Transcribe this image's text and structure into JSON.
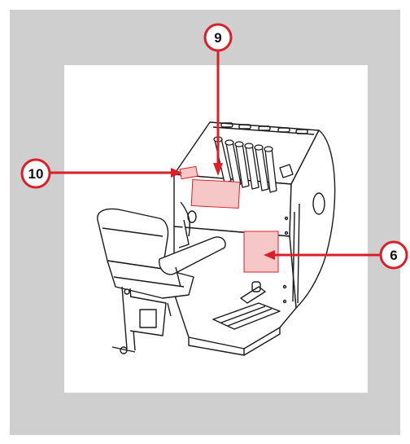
{
  "callouts": [
    {
      "id": "callout-9",
      "label": "9"
    },
    {
      "id": "callout-10",
      "label": "10"
    },
    {
      "id": "callout-6",
      "label": "6"
    }
  ],
  "colors": {
    "background_frame": "#cfcfcf",
    "panel": "#ffffff",
    "highlight_red": "#d9202a",
    "decal_fill": "#f6c7c7",
    "line": "#1a1a1a"
  },
  "icons": [
    "operator-seat",
    "control-levers",
    "console-housing"
  ]
}
